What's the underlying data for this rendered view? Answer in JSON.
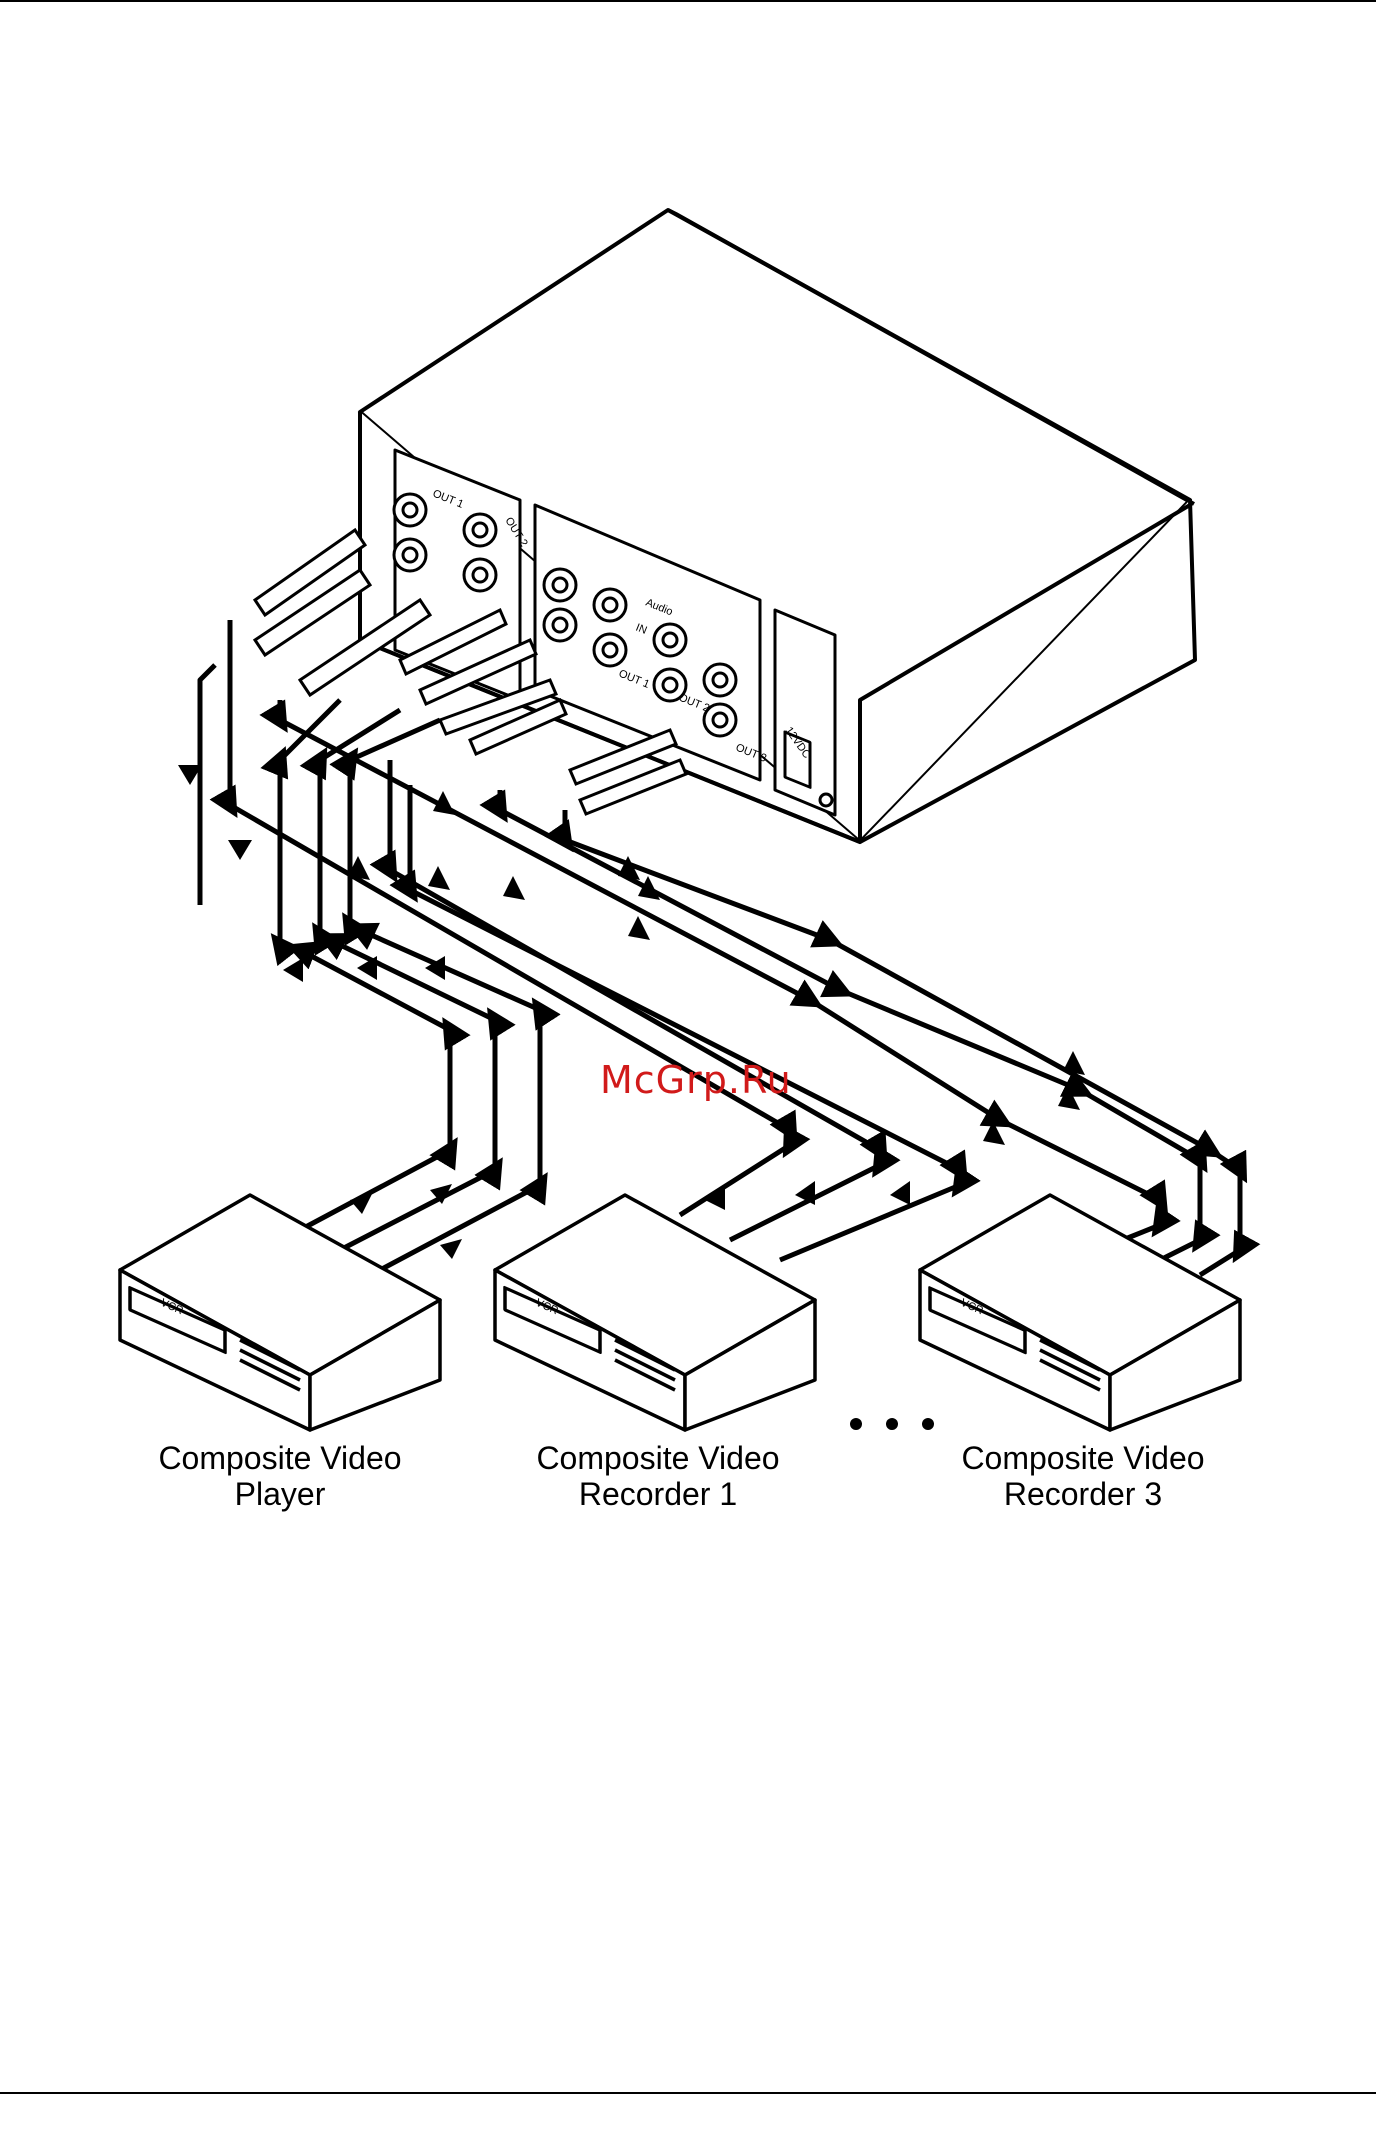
{
  "watermark": "McGrp.Ru",
  "devices": [
    {
      "line1": "Composite Video",
      "line2": "Player",
      "panel_label": "VCR"
    },
    {
      "line1": "Composite Video",
      "line2": "Recorder 1",
      "panel_label": "VCR"
    },
    {
      "line1": "Composite Video",
      "line2": "Recorder 3",
      "panel_label": "VCR"
    }
  ],
  "unit": {
    "power_label": "12VDC",
    "port_labels": [
      "OUT 1",
      "OUT 2",
      "IN",
      "Audio",
      "OUT 1",
      "OUT 2",
      "OUT 3"
    ]
  },
  "colors": {
    "line": "#000000",
    "watermark": "#d11a1a"
  }
}
